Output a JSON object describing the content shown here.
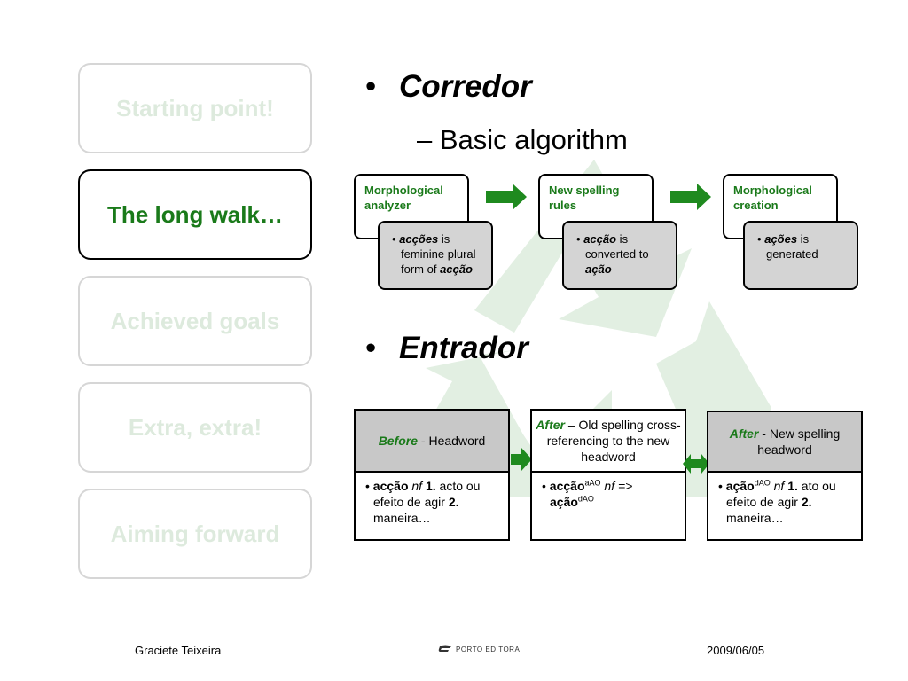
{
  "nav": [
    {
      "label": "Starting point!",
      "active": false
    },
    {
      "label": "The long walk…",
      "active": true
    },
    {
      "label": "Achieved goals",
      "active": false
    },
    {
      "label": "Extra, extra!",
      "active": false
    },
    {
      "label": "Aiming forward",
      "active": false
    }
  ],
  "main": {
    "bullet_dot": "•",
    "corredor_title": "Corredor",
    "corredor_sub": "– Basic algorithm",
    "entrador_title": "Entrador"
  },
  "corredor_flow": [
    {
      "title": "Morphological analyzer",
      "bullet": "•",
      "b_word": "acções",
      "b_rest1": " is feminine plural form of ",
      "b_word2": "acção"
    },
    {
      "title": "New spelling rules",
      "bullet": "•",
      "b_word": "acção",
      "b_rest1": " is converted to ",
      "b_word2": "ação"
    },
    {
      "title": "Morphological creation",
      "bullet": "•",
      "b_word": "ações",
      "b_rest1": " is generated",
      "b_word2": ""
    }
  ],
  "entrador": {
    "col1_head_it": "Before",
    "col1_head_rest": " - Headword",
    "col1_word": "acção",
    "col1_nf": " nf ",
    "col1_n1": "1.",
    "col1_t1": " acto ou efeito de agir ",
    "col1_n2": "2.",
    "col1_t2": " maneira…",
    "col2_head_it": "After",
    "col2_head_rest": " – Old spelling cross-referencing to the new headword",
    "col2_word": "acção",
    "col2_sup": "aAO",
    "col2_nf": " nf => ",
    "col2_word2": "ação",
    "col2_sup2": "dAO",
    "col3_head_it": "After",
    "col3_head_rest": " - New spelling headword",
    "col3_word": "ação",
    "col3_sup": "dAO",
    "col3_nf": " nf ",
    "col3_n1": "1.",
    "col3_t1": " ato ou efeito de agir ",
    "col3_n2": "2.",
    "col3_t2": " maneira…"
  },
  "footer": {
    "author": "Graciete Teixeira",
    "logo_text": "PORTO EDITORA",
    "date": "2009/06/05"
  },
  "colors": {
    "accent_green": "#1a7a1a",
    "arrow_green": "#1f8a1f",
    "watermark": "#e3f0e3"
  },
  "icons": {
    "watermark": "recycle-icon",
    "arrows": "right-arrow-icon",
    "double": "double-arrow-icon",
    "logo": "porto-editora-logo"
  }
}
